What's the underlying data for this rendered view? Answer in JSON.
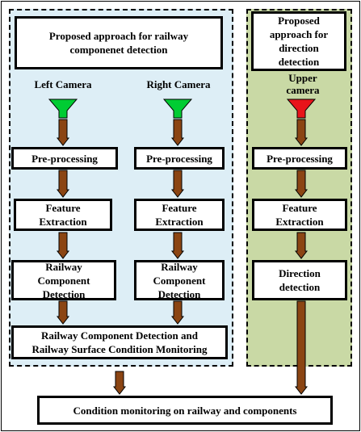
{
  "colors": {
    "left_panel_bg": "#DDEEF6",
    "right_panel_bg": "#C9D9A5",
    "arrow_fill": "#8B4513",
    "camera_green": "#00CC33",
    "camera_red": "#E8141A"
  },
  "left_panel": {
    "title": "Proposed approach for railway componenet detection",
    "cameras": [
      "Left Camera",
      "Right Camera"
    ],
    "columns": [
      {
        "preprocessing": "Pre-processing",
        "feature": "Feature Extraction",
        "detection": "Railway Component Detection"
      },
      {
        "preprocessing": "Pre-processing",
        "feature": "Feature Extraction",
        "detection": "Railway Component Detection"
      }
    ],
    "merge_line1": "Railway Component Detection and",
    "merge_line2": "Railway Surface Condition Monitoring"
  },
  "right_panel": {
    "title": "Proposed approach for direction detection",
    "camera": "Upper camera",
    "preprocessing": "Pre-processing",
    "feature": "Feature Extraction",
    "detection": "Direction detection"
  },
  "bottom": {
    "label": "Condition monitoring on railway and components"
  }
}
